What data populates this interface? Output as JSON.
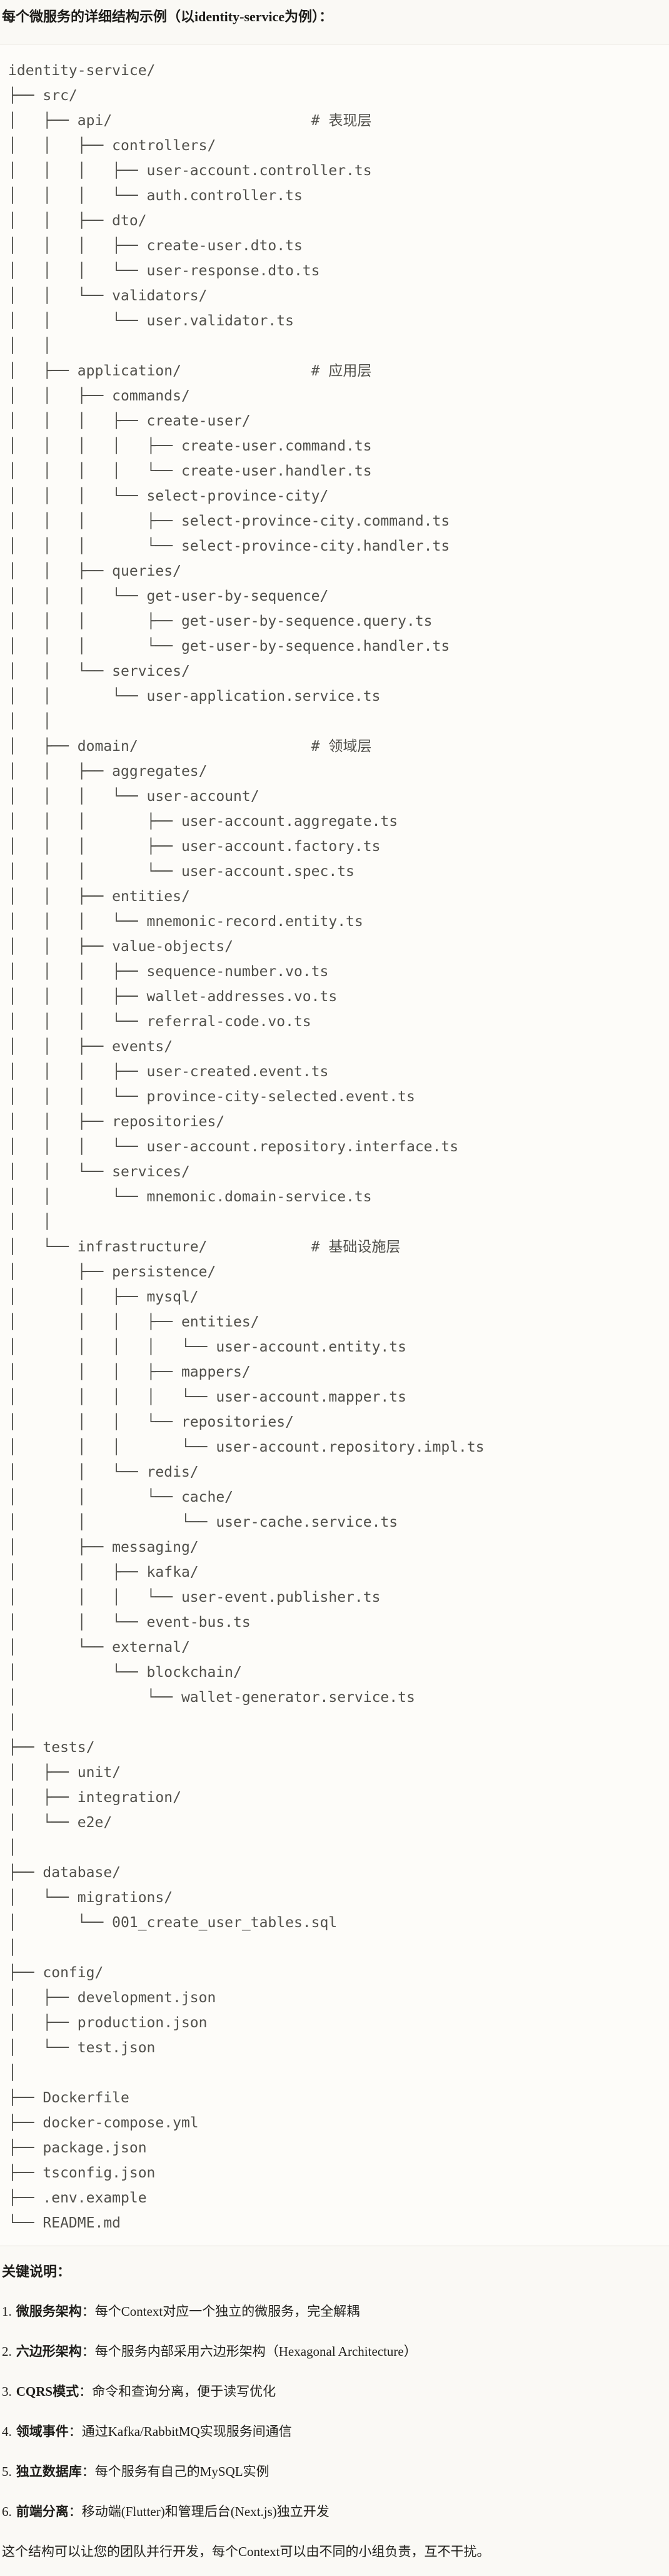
{
  "page": {
    "title": "每个微服务的详细结构示例（以identity-service为例）："
  },
  "code_block": {
    "tree_lines": [
      "identity-service/",
      "├── src/",
      "│   ├── api/                       # 表现层",
      "│   │   ├── controllers/",
      "│   │   │   ├── user-account.controller.ts",
      "│   │   │   └── auth.controller.ts",
      "│   │   ├── dto/",
      "│   │   │   ├── create-user.dto.ts",
      "│   │   │   └── user-response.dto.ts",
      "│   │   └── validators/",
      "│   │       └── user.validator.ts",
      "│   │",
      "│   ├── application/               # 应用层",
      "│   │   ├── commands/",
      "│   │   │   ├── create-user/",
      "│   │   │   │   ├── create-user.command.ts",
      "│   │   │   │   └── create-user.handler.ts",
      "│   │   │   └── select-province-city/",
      "│   │   │       ├── select-province-city.command.ts",
      "│   │   │       └── select-province-city.handler.ts",
      "│   │   ├── queries/",
      "│   │   │   └── get-user-by-sequence/",
      "│   │   │       ├── get-user-by-sequence.query.ts",
      "│   │   │       └── get-user-by-sequence.handler.ts",
      "│   │   └── services/",
      "│   │       └── user-application.service.ts",
      "│   │",
      "│   ├── domain/                    # 领域层",
      "│   │   ├── aggregates/",
      "│   │   │   └── user-account/",
      "│   │   │       ├── user-account.aggregate.ts",
      "│   │   │       ├── user-account.factory.ts",
      "│   │   │       └── user-account.spec.ts",
      "│   │   ├── entities/",
      "│   │   │   └── mnemonic-record.entity.ts",
      "│   │   ├── value-objects/",
      "│   │   │   ├── sequence-number.vo.ts",
      "│   │   │   ├── wallet-addresses.vo.ts",
      "│   │   │   └── referral-code.vo.ts",
      "│   │   ├── events/",
      "│   │   │   ├── user-created.event.ts",
      "│   │   │   └── province-city-selected.event.ts",
      "│   │   ├── repositories/",
      "│   │   │   └── user-account.repository.interface.ts",
      "│   │   └── services/",
      "│   │       └── mnemonic.domain-service.ts",
      "│   │",
      "│   └── infrastructure/            # 基础设施层",
      "│       ├── persistence/",
      "│       │   ├── mysql/",
      "│       │   │   ├── entities/",
      "│       │   │   │   └── user-account.entity.ts",
      "│       │   │   ├── mappers/",
      "│       │   │   │   └── user-account.mapper.ts",
      "│       │   │   └── repositories/",
      "│       │   │       └── user-account.repository.impl.ts",
      "│       │   └── redis/",
      "│       │       └── cache/",
      "│       │           └── user-cache.service.ts",
      "│       ├── messaging/",
      "│       │   ├── kafka/",
      "│       │   │   └── user-event.publisher.ts",
      "│       │   └── event-bus.ts",
      "│       └── external/",
      "│           └── blockchain/",
      "│               └── wallet-generator.service.ts",
      "│",
      "├── tests/",
      "│   ├── unit/",
      "│   ├── integration/",
      "│   └── e2e/",
      "│",
      "├── database/",
      "│   └── migrations/",
      "│       └── 001_create_user_tables.sql",
      "│",
      "├── config/",
      "│   ├── development.json",
      "│   ├── production.json",
      "│   └── test.json",
      "│",
      "├── Dockerfile",
      "├── docker-compose.yml",
      "├── package.json",
      "├── tsconfig.json",
      "├── .env.example",
      "└── README.md"
    ]
  },
  "key_notes": {
    "heading": "关键说明：",
    "items": [
      {
        "num": "1.",
        "term": "微服务架构",
        "desc": "：每个Context对应一个独立的微服务，完全解耦"
      },
      {
        "num": "2.",
        "term": "六边形架构",
        "desc": "：每个服务内部采用六边形架构（Hexagonal Architecture）"
      },
      {
        "num": "3.",
        "term": "CQRS模式",
        "desc": "：命令和查询分离，便于读写优化"
      },
      {
        "num": "4.",
        "term": "领域事件",
        "desc": "：通过Kafka/RabbitMQ实现服务间通信"
      },
      {
        "num": "5.",
        "term": "独立数据库",
        "desc": "：每个服务有自己的MySQL实例"
      },
      {
        "num": "6.",
        "term": "前端分离",
        "desc": "：移动端(Flutter)和管理后台(Next.js)独立开发"
      }
    ],
    "footer": "这个结构可以让您的团队并行开发，每个Context可以由不同的小组负责，互不干扰。"
  },
  "colors": {
    "page_bg": "#faf9f5",
    "code_bg": "#fdfcf9",
    "border": "#e3e0d8",
    "tree_text": "#51504b",
    "heading_text": "#1d1c19",
    "body_text": "#23221e"
  }
}
